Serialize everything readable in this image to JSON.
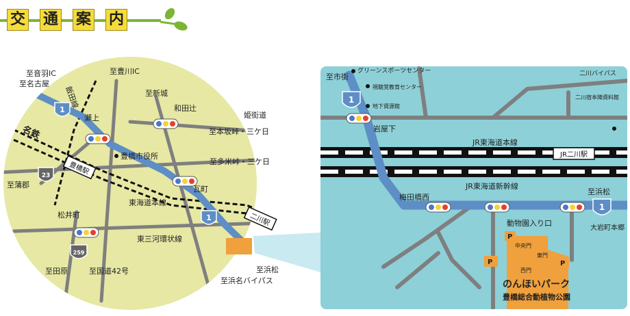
{
  "title": {
    "chars": [
      "交",
      "通",
      "案",
      "内"
    ]
  },
  "overview_map": {
    "labels": {
      "to_otowa_ic": "至音羽IC",
      "to_nagoya": "至名古屋",
      "iida_line": "飯田線",
      "to_toyokawa_ic": "至豊川IC",
      "to_shinshiro": "至新城",
      "setogami": "瀬上",
      "wadatsuji": "和田辻",
      "himekaido": "姫街道",
      "to_honzaka": "至本坂峠・三ケ日",
      "meitetsu": "名鉄",
      "city_hall": "豊橋市役所",
      "to_tamme": "至多米峠・三ケ日",
      "toyohashi_station": "豊橋駅",
      "to_gamagori": "至蒲郡",
      "kawaramachi": "瓦町",
      "tokaido_line": "東海道本線",
      "futagawa_station": "二川駅",
      "matsuicho": "松井町",
      "higashi_mikawa_ring": "東三河環状線",
      "to_tahara": "至田原",
      "to_route42": "至国道42号",
      "to_hamamatsu": "至浜松",
      "to_hamana_bypass": "至浜名バイパス",
      "route_1": "1",
      "route_23": "23",
      "route_259": "259"
    }
  },
  "detail_map": {
    "labels": {
      "to_city": "至市街",
      "green_sports_center": "グリーンスポーツセンター",
      "aquarium": "視聴覚教育センター",
      "underground": "地下資源館",
      "futagawa_bypass": "二川バイパス",
      "futagawa_honjin": "二川宿本陣資料館",
      "iwayashita": "岩屋下",
      "jr_tokaido": "JR東海道本線",
      "jr_futagawa": "JR二川駅",
      "umedabashi_nishi": "梅田橋西",
      "jr_shinkansen": "JR東海道新幹線",
      "to_hamamatsu": "至浜松",
      "zoo_entrance": "動物園入り口",
      "oiwa_honmachi": "大岩町本郷",
      "central_gate": "中央門",
      "east_gate": "東門",
      "west_gate": "西門",
      "parking": "P",
      "park_name": "のんほいパーク",
      "park_full_name": "豊橋総合動植物公園",
      "route_1": "1"
    }
  },
  "colors": {
    "title_box": "#f5dc3a",
    "title_line": "#7ab535",
    "overview_bg": "#e6e8a4",
    "detail_bg": "#8dd0d8",
    "main_road": "#5e8ec6",
    "minor_road": "#7f7f7f",
    "park": "#f0a03c",
    "callout": "#c8eaf0"
  }
}
